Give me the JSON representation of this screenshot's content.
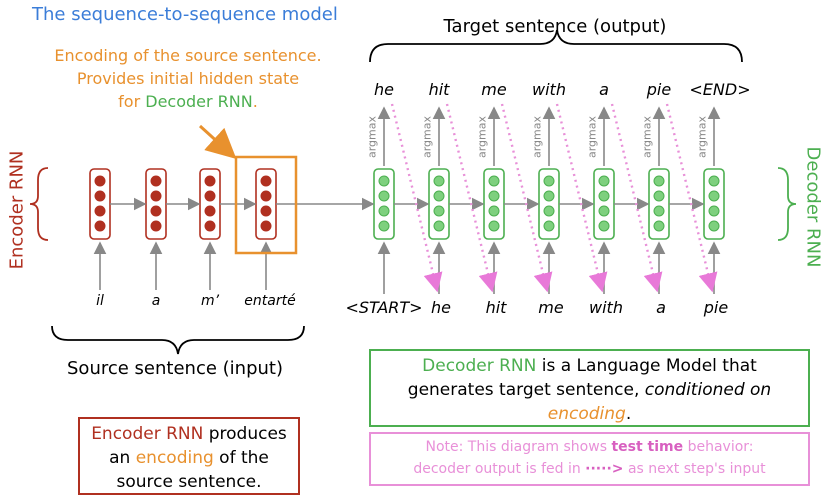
{
  "title": "The sequence-to-sequence model",
  "encoding_note": {
    "line1": "Encoding of the source sentence.",
    "line2": "Provides initial hidden state",
    "line3_prefix": "for ",
    "line3_highlight": "Decoder RNN",
    "line3_suffix": "."
  },
  "target_label": "Target sentence (output)",
  "source_label": "Source sentence (input)",
  "side_labels": {
    "encoder": "Encoder RNN",
    "decoder": "Decoder RNN"
  },
  "argmax_label": "argmax",
  "source_words": [
    "il",
    "a",
    "m’",
    "entarté"
  ],
  "decoder_inputs": [
    "<START>",
    "he",
    "hit",
    "me",
    "with",
    "a",
    "pie"
  ],
  "target_words": [
    "he",
    "hit",
    "me",
    "with",
    "a",
    "pie",
    "<END>"
  ],
  "decoder_box": {
    "highlight": "Decoder RNN",
    "text1": " is a Language Model that",
    "text2": "generates target sentence, ",
    "italic": "conditioned on",
    "encoding": "encoding",
    "end": "."
  },
  "encoder_box": {
    "highlight": "Encoder RNN",
    "text1": " produces",
    "text2a": "an ",
    "encoding": "encoding",
    "text2b": " of the",
    "text3": "source sentence."
  },
  "note_box": {
    "prefix": "Note: This diagram shows ",
    "bold": "test time",
    "suffix": " behavior:",
    "line2a": "decoder output is fed in ",
    "arrow_glyph": "·····>",
    "line2b": " as next step's input"
  },
  "colors": {
    "encoder": "#b03020",
    "decoder": "#4caf50",
    "encoding_accent": "#e8912e",
    "title": "#3b7dd8",
    "feedback": "#e890d8"
  }
}
